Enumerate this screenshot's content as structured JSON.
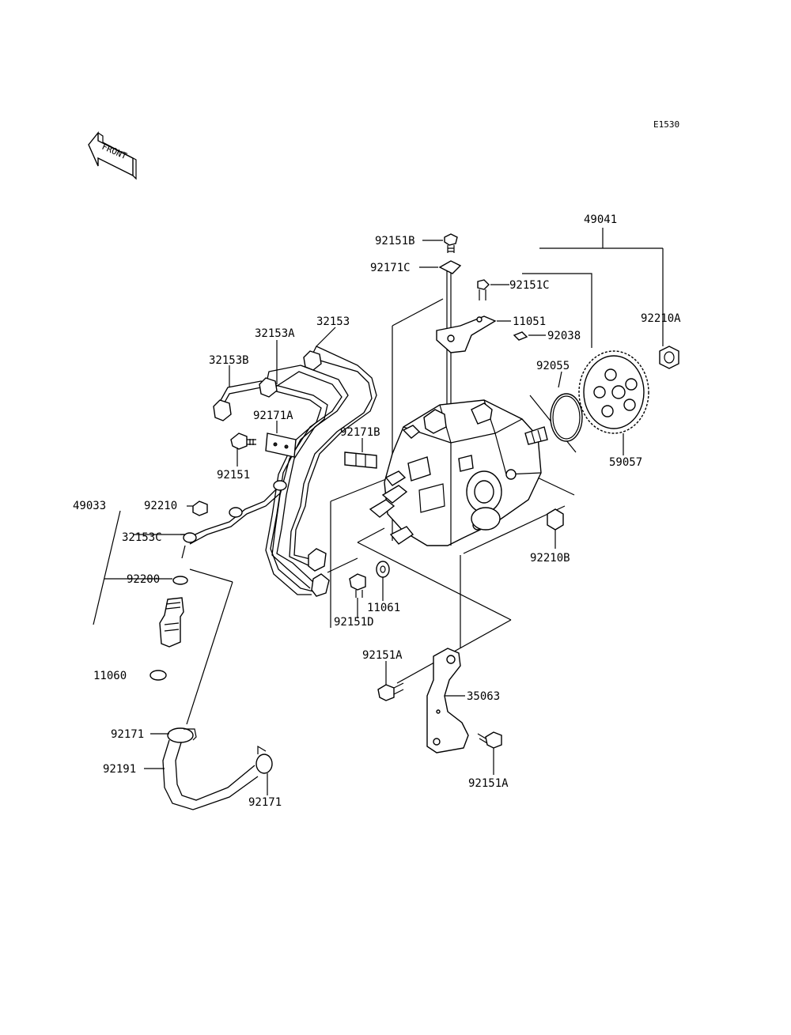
{
  "diagram_code": "E1530",
  "front_label": "FRONT",
  "labels": {
    "p49041": "49041",
    "p92151B": "92151B",
    "p92171C": "92171C",
    "p92151C": "92151C",
    "p32153": "32153",
    "p11051": "11051",
    "p92210A": "92210A",
    "p92038": "92038",
    "p32153A": "32153A",
    "p32153B": "32153B",
    "p92055": "92055",
    "p92171A": "92171A",
    "p92171B": "92171B",
    "p59057": "59057",
    "p92151": "92151",
    "p49033": "49033",
    "p92210": "92210",
    "p32153C": "32153C",
    "p92210B": "92210B",
    "p92200": "92200",
    "p11061": "11061",
    "p92151D": "92151D",
    "p92151A_top": "92151A",
    "p35063": "35063",
    "p11060": "11060",
    "p92171_left": "92171",
    "p92191": "92191",
    "p92151A_bottom": "92151A",
    "p92171_bottom": "92171"
  }
}
